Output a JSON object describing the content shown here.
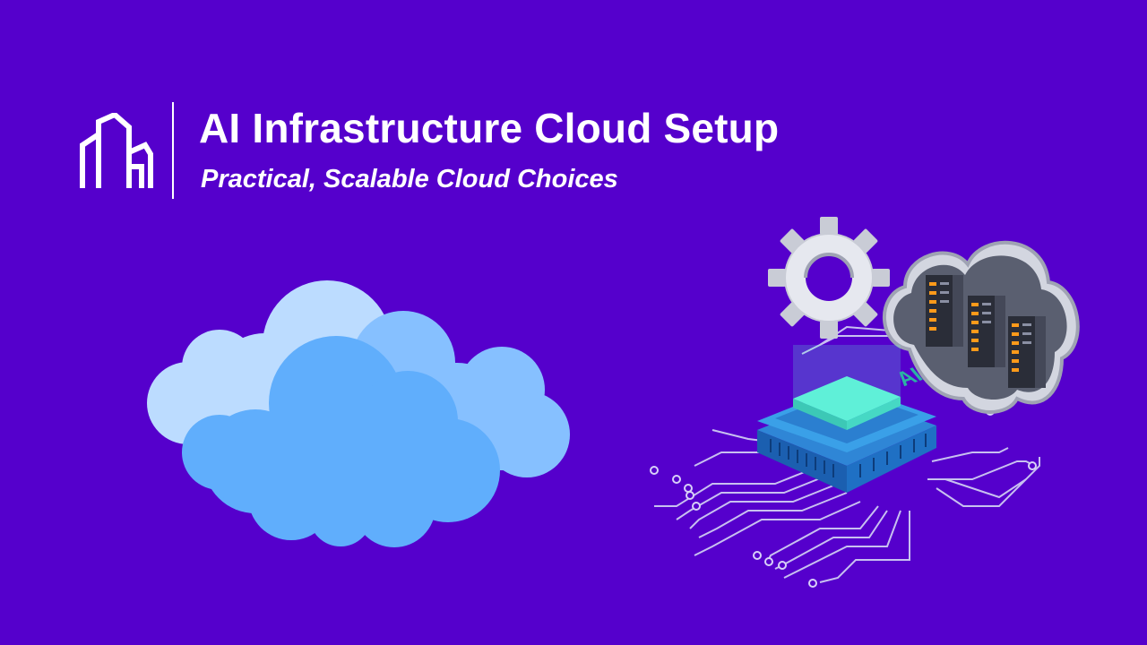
{
  "slide": {
    "title": "AI Infrastructure Cloud Setup",
    "subtitle": "Practical, Scalable Cloud Choices"
  },
  "illustration": {
    "chip_label": "AI"
  },
  "icons": {
    "logo": "buildings-logo-icon",
    "clouds": "cloud-icon",
    "gear": "gear-icon",
    "chip": "ai-chip-icon",
    "servers": "server-rack-icon",
    "circuit": "circuit-traces-icon"
  },
  "colors": {
    "background": "#5500cc",
    "text": "#ffffff",
    "cloud_back": "#bcdcff",
    "cloud_front": "#60aefc",
    "chip": "#3aa0e8",
    "chip_glow": "#5ff0d8",
    "server_led": "#ff9a1a"
  }
}
